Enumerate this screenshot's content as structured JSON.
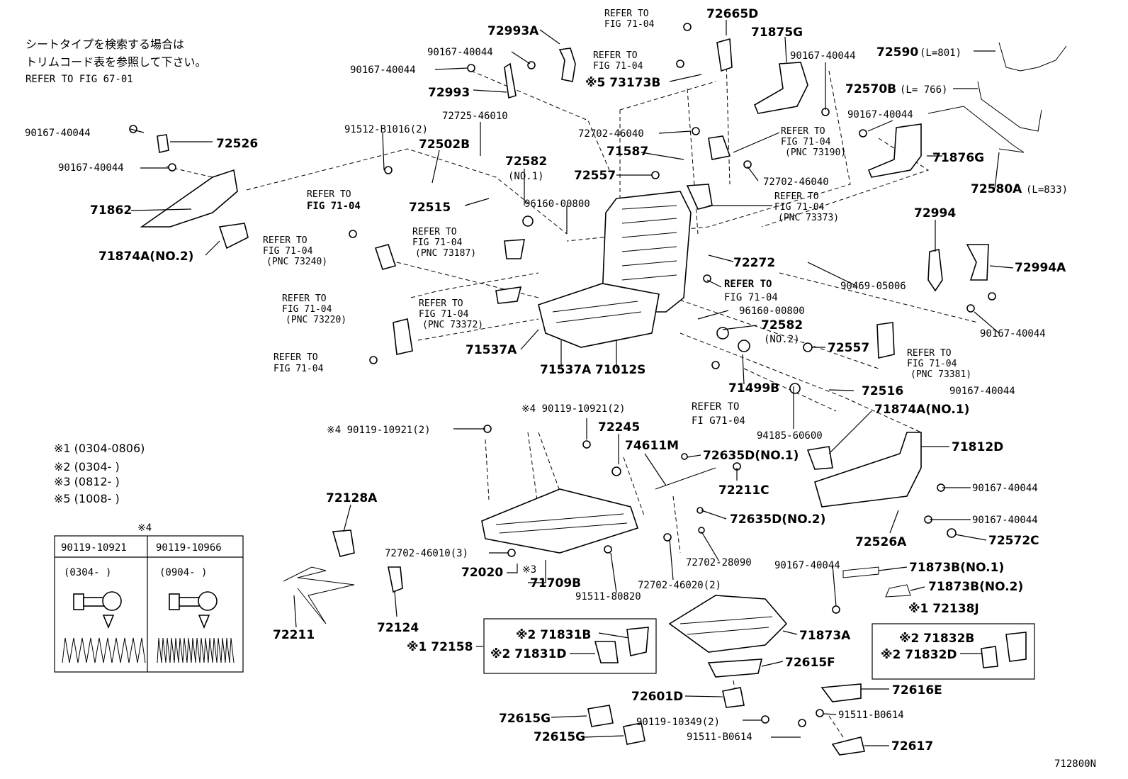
{
  "notes": {
    "jp_line1": "シートタイプを検索する場合は",
    "jp_line2": "トリムコード表を参照して下さい。",
    "refer": "REFER TO FIG 67-01"
  },
  "refer_texts": {
    "refer_to": "REFER TO",
    "refer_to_bold": "REFER TO",
    "fig": "FIG 71-04",
    "fig_nospace": "FI G71-04",
    "pnc_73190": "(PNC 73190)",
    "pnc_73373": "(PNC 73373)",
    "pnc_73187": "(PNC 73187)",
    "pnc_73240": "(PNC 73240)",
    "pnc_73220": "(PNC 73220)",
    "pnc_73372": "(PNC 73372)",
    "pnc_73381": "(PNC 73381)"
  },
  "parts": {
    "p72993A": "72993A",
    "p90167a": "90167-40044",
    "p90167b": "90167-40044",
    "p72993": "72993",
    "p72665D": "72665D",
    "p71875G": "71875G",
    "p90167c": "90167-40044",
    "p72590": "72590",
    "p72590_len": "(L=801)",
    "p73173B": "※5 73173B",
    "p72570B": "72570B",
    "p72570B_len": "(L= 766)",
    "p90167d": "90167-40044",
    "p72725": "72725-46010",
    "p91512": "91512-B1016(2)",
    "p90167e": "90167-40044",
    "p72526": "72526",
    "p72502B": "72502B",
    "p72582_1": "72582",
    "p72582_1n": "(NO.1)",
    "p72702a": "72702-46040",
    "p71587": "71587",
    "p71876G": "71876G",
    "p90167f": "90167-40044",
    "p72557a": "72557",
    "p72702b": "72702-46040",
    "p72580A": "72580A",
    "p72580A_len": "(L=833)",
    "p71862": "71862",
    "p72515": "72515",
    "p96160a": "96160-00800",
    "p72994": "72994",
    "p71874A2": "71874A(NO.2)",
    "p72272": "72272",
    "p72994A": "72994A",
    "p90469": "90469-05006",
    "p96160b": "96160-00800",
    "p90167g": "90167-40044",
    "p72582_2": "72582",
    "p72582_2n": "(NO.2)",
    "p72557b": "72557",
    "p71537Aa": "71537A",
    "p71537Ab": "71537A",
    "p71012S": "71012S",
    "p71499B": "71499B",
    "p90167h": "90167-40044",
    "p72516": "72516",
    "p71874A1": "71874A(NO.1)",
    "p94185": "94185-60600",
    "p90119a": "※4 90119-10921(2)",
    "p90119b": "※4 90119-10921(2)",
    "p72245": "72245",
    "p74611M": "74611M",
    "p72635D1": "72635D(NO.1)",
    "p71812D": "71812D",
    "p72211C": "72211C",
    "p90167i": "90167-40044",
    "p72128A": "72128A",
    "p72635D2": "72635D(NO.2)",
    "p90167j": "90167-40044",
    "p72526A": "72526A",
    "p72572C": "72572C",
    "p72702c": "72702-46010(3)",
    "p72702d": "72702-28090",
    "p90167k": "90167-40044",
    "p71873B1": "71873B(NO.1)",
    "p72020": "72020",
    "p71709B": "71709B",
    "p72702e": "72702-46020(2)",
    "p71873B2": "71873B(NO.2)",
    "p91511a": "91511-80820",
    "p72138J": "※1 72138J",
    "p72211": "72211",
    "p72124": "72124",
    "p71873A": "71873A",
    "p71831B": "※2 71831B",
    "p72158": "※1 72158",
    "p71831D": "※2 71831D",
    "p71832B": "※2 71832B",
    "p71832D": "※2 71832D",
    "p72615F": "72615F",
    "p72601D": "72601D",
    "p72616E": "72616E",
    "p72615Ga": "72615G",
    "p90119c": "90119-10349(2)",
    "p91511b": "91511-B0614",
    "p72615Gb": "72615G",
    "p91511c": "91511-B0614",
    "p72617": "72617",
    "p_x3": "※3",
    "footer": "712800N"
  },
  "legend": {
    "r1": "※1 (0304-0806)",
    "r2": "※2 (0304-      )",
    "r3": "※3 (0812-      )",
    "r5": "※5 (1008-      )"
  },
  "table": {
    "title": "※4",
    "col1": "90119-10921",
    "col2": "90119-10966",
    "d1": "(0304-     )",
    "d2": "(0904-     )"
  }
}
